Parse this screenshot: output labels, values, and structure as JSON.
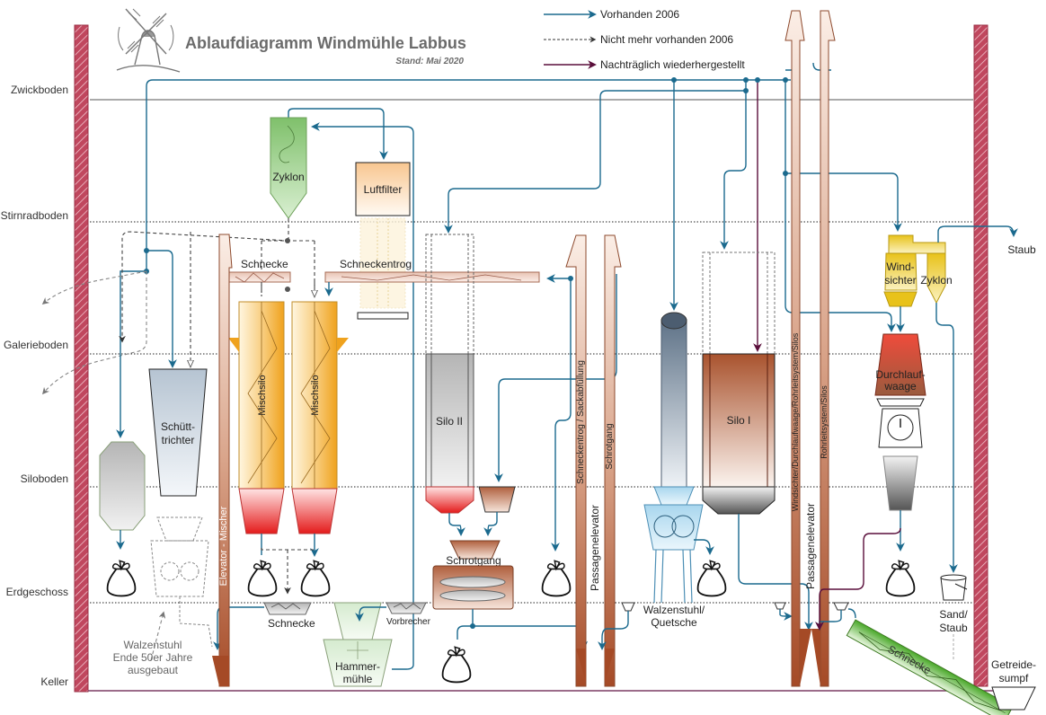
{
  "header": {
    "title": "Ablaufdiagramm Windmühle Labbus",
    "stand": "Stand: Mai 2020",
    "logo_icon": "windmill-icon"
  },
  "legend": [
    {
      "label": "Vorhanden 2006",
      "style": "solid",
      "color": "#1b6a8e"
    },
    {
      "label": "Nicht mehr vorhanden 2006",
      "style": "dashed",
      "color": "#333333"
    },
    {
      "label": "Nachträglich wiederhergestellt",
      "style": "solid",
      "color": "#5a0f3b"
    }
  ],
  "floors": [
    {
      "name": "Zwickboden"
    },
    {
      "name": "Stirnradboden"
    },
    {
      "name": "Galerieboden"
    },
    {
      "name": "Siloboden"
    },
    {
      "name": "Erdgeschoss"
    },
    {
      "name": "Keller"
    }
  ],
  "components": {
    "zyklon_top": "Zyklon",
    "luftfilter": "Luftfilter",
    "schnecke_top": "Schnecke",
    "schneckentrog": "Schneckentrog",
    "mischsilo_1": "Mischsilo",
    "mischsilo_2": "Mischsilo",
    "schuetttrichter_1": "Schütt-",
    "schuetttrichter_2": "trichter",
    "elevator_mischer": "Elevator - Mischer",
    "silo_2": "Silo II",
    "schrotgang": "Schrotgang",
    "passagenelevator_left": "Passagenelevator",
    "elevator_left_a": "Schneckentrog / Sackabfüllung",
    "elevator_left_b": "Schrotgang",
    "silo_1": "Silo I",
    "walzenstuhl_quetsche_1": "Walzenstuhl/",
    "walzenstuhl_quetsche_2": "Quetsche",
    "passagenelevator_right": "Passagenelevator",
    "elevator_right_a": "Windsichter/Durchlaufwaage/Rohrleitsystem/Silos",
    "elevator_right_b": "Rohrleitsystem/Silos",
    "windsichter_1": "Wind-",
    "windsichter_2": "sichter",
    "zyklon_right": "Zyklon",
    "staub": "Staub",
    "durchlaufwaage_1": "Durchlauf-",
    "durchlaufwaage_2": "waage",
    "sand_staub_1": "Sand/",
    "sand_staub_2": "Staub",
    "getreidesumpf_1": "Getreide-",
    "getreidesumpf_2": "sumpf",
    "schnecke_bottom": "Schnecke",
    "schnecke_keller": "Schnecke",
    "vorbrecher": "Vorbrecher",
    "hammermuehle_1": "Hammer-",
    "hammermuehle_2": "mühle",
    "walzenstuhl_old_1": "Walzenstuhl",
    "walzenstuhl_old_2": "Ende 50er Jahre",
    "walzenstuhl_old_3": "ausgebaut"
  },
  "colors": {
    "pipe_existing": "#1b6a8e",
    "pipe_restored": "#5a0f3b",
    "wall": "#c0475e",
    "elevator": "#b0603e"
  }
}
